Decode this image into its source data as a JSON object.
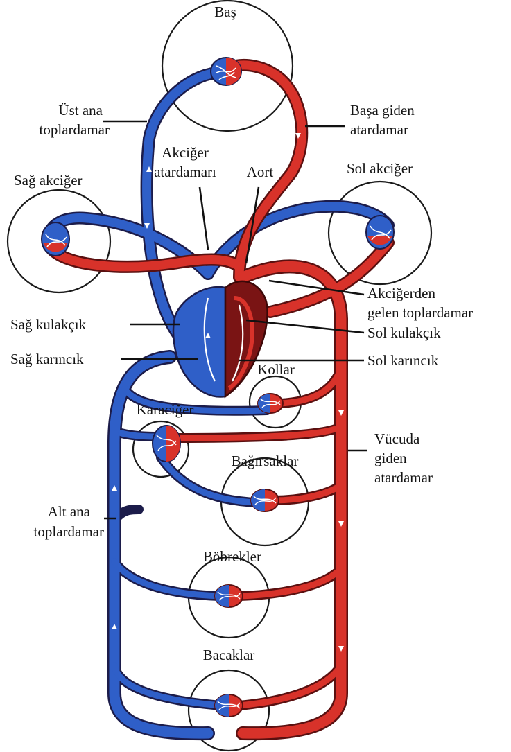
{
  "colors": {
    "deoxygenated": "#2f5fc8",
    "oxygenated": "#d8322a",
    "heart_dark": "#7a1414"
  },
  "labels": {
    "head": "Baş",
    "superior_vena_cava": [
      "Üst ana",
      "toplardamar"
    ],
    "carotid": [
      "Başa giden",
      "atardamar"
    ],
    "pulmonary_artery": [
      "Akciğer",
      "atardamarı"
    ],
    "aorta": "Aort",
    "right_lung": "Sağ akciğer",
    "left_lung": "Sol akciğer",
    "pulmonary_vein": [
      "Akciğerden",
      "gelen toplardamar"
    ],
    "right_atrium": "Sağ kulakçık",
    "left_atrium": "Sol kulakçık",
    "right_ventricle": "Sağ karıncık",
    "left_ventricle": "Sol karıncık",
    "arms": "Kollar",
    "liver": "Karaciğer",
    "intestines": "Bağırsaklar",
    "systemic_artery": [
      "Vücuda",
      "giden",
      "atardamar"
    ],
    "inferior_vena_cava": [
      "Alt ana",
      "toplardamar"
    ],
    "kidneys": "Böbrekler",
    "legs": "Bacaklar"
  }
}
